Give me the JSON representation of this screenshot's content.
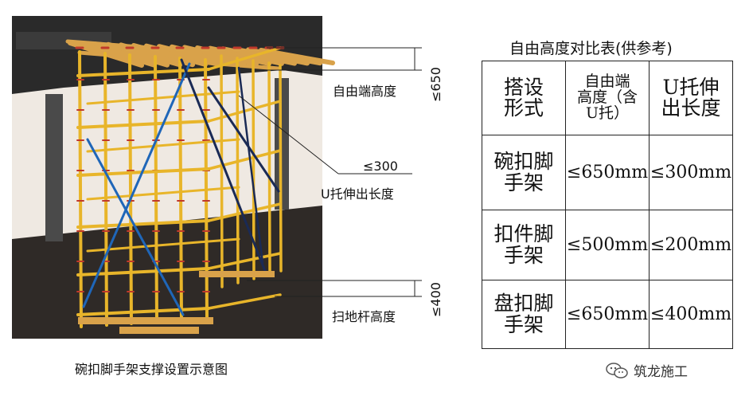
{
  "diagram": {
    "free_end_label": "自由端高度",
    "free_end_limit": "≤650",
    "u_support_limit": "≤300",
    "u_support_label": "U托伸出长度",
    "sweep_rod_label": "扫地杆高度",
    "sweep_rod_limit": "≤400",
    "caption": "碗扣脚手架支撑设置示意图",
    "colors": {
      "pole": "#e8b52a",
      "pole_band": "#c0392b",
      "brace_blue": "#1f66b8",
      "brace_dark": "#1a2a55",
      "timber": "#d9a24a",
      "slab": "#2a2a2a",
      "floor": "#2f2a27"
    }
  },
  "table": {
    "title": "自由高度对比表(供参考)",
    "header": [
      "搭设\n形式",
      "自由端\n高度（含\nU托）",
      "U托伸\n出长度"
    ],
    "rows": [
      [
        "碗扣脚\n手架",
        "≤650mm",
        "≤300mm"
      ],
      [
        "扣件脚\n手架",
        "≤500mm",
        "≤200mm"
      ],
      [
        "盘扣脚\n手架",
        "≤650mm",
        "≤400mm"
      ]
    ]
  },
  "watermark": {
    "text": "筑龙施工",
    "icon": "wechat-icon"
  }
}
